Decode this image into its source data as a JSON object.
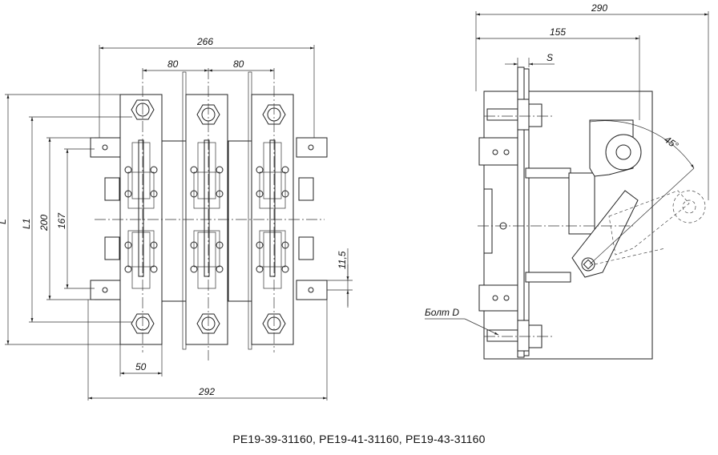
{
  "drawing": {
    "front_view": {
      "dim_overall_width": "266",
      "dim_pitch_left": "80",
      "dim_pitch_right": "80",
      "dim_base_width": "292",
      "dim_pad_width": "50",
      "dim_height_L": "L",
      "dim_height_L1": "L1",
      "dim_hole_200": "200",
      "dim_hole_167": "167",
      "dim_offset": "11,5"
    },
    "side_view": {
      "dim_depth": "290",
      "dim_depth_155": "155",
      "dim_blade_thickness": "S",
      "dim_angle": "45°",
      "bolt_label": "Болт D"
    }
  },
  "caption": "РЕ19-39-31160,  РЕ19-41-31160,  РЕ19-43-31160"
}
